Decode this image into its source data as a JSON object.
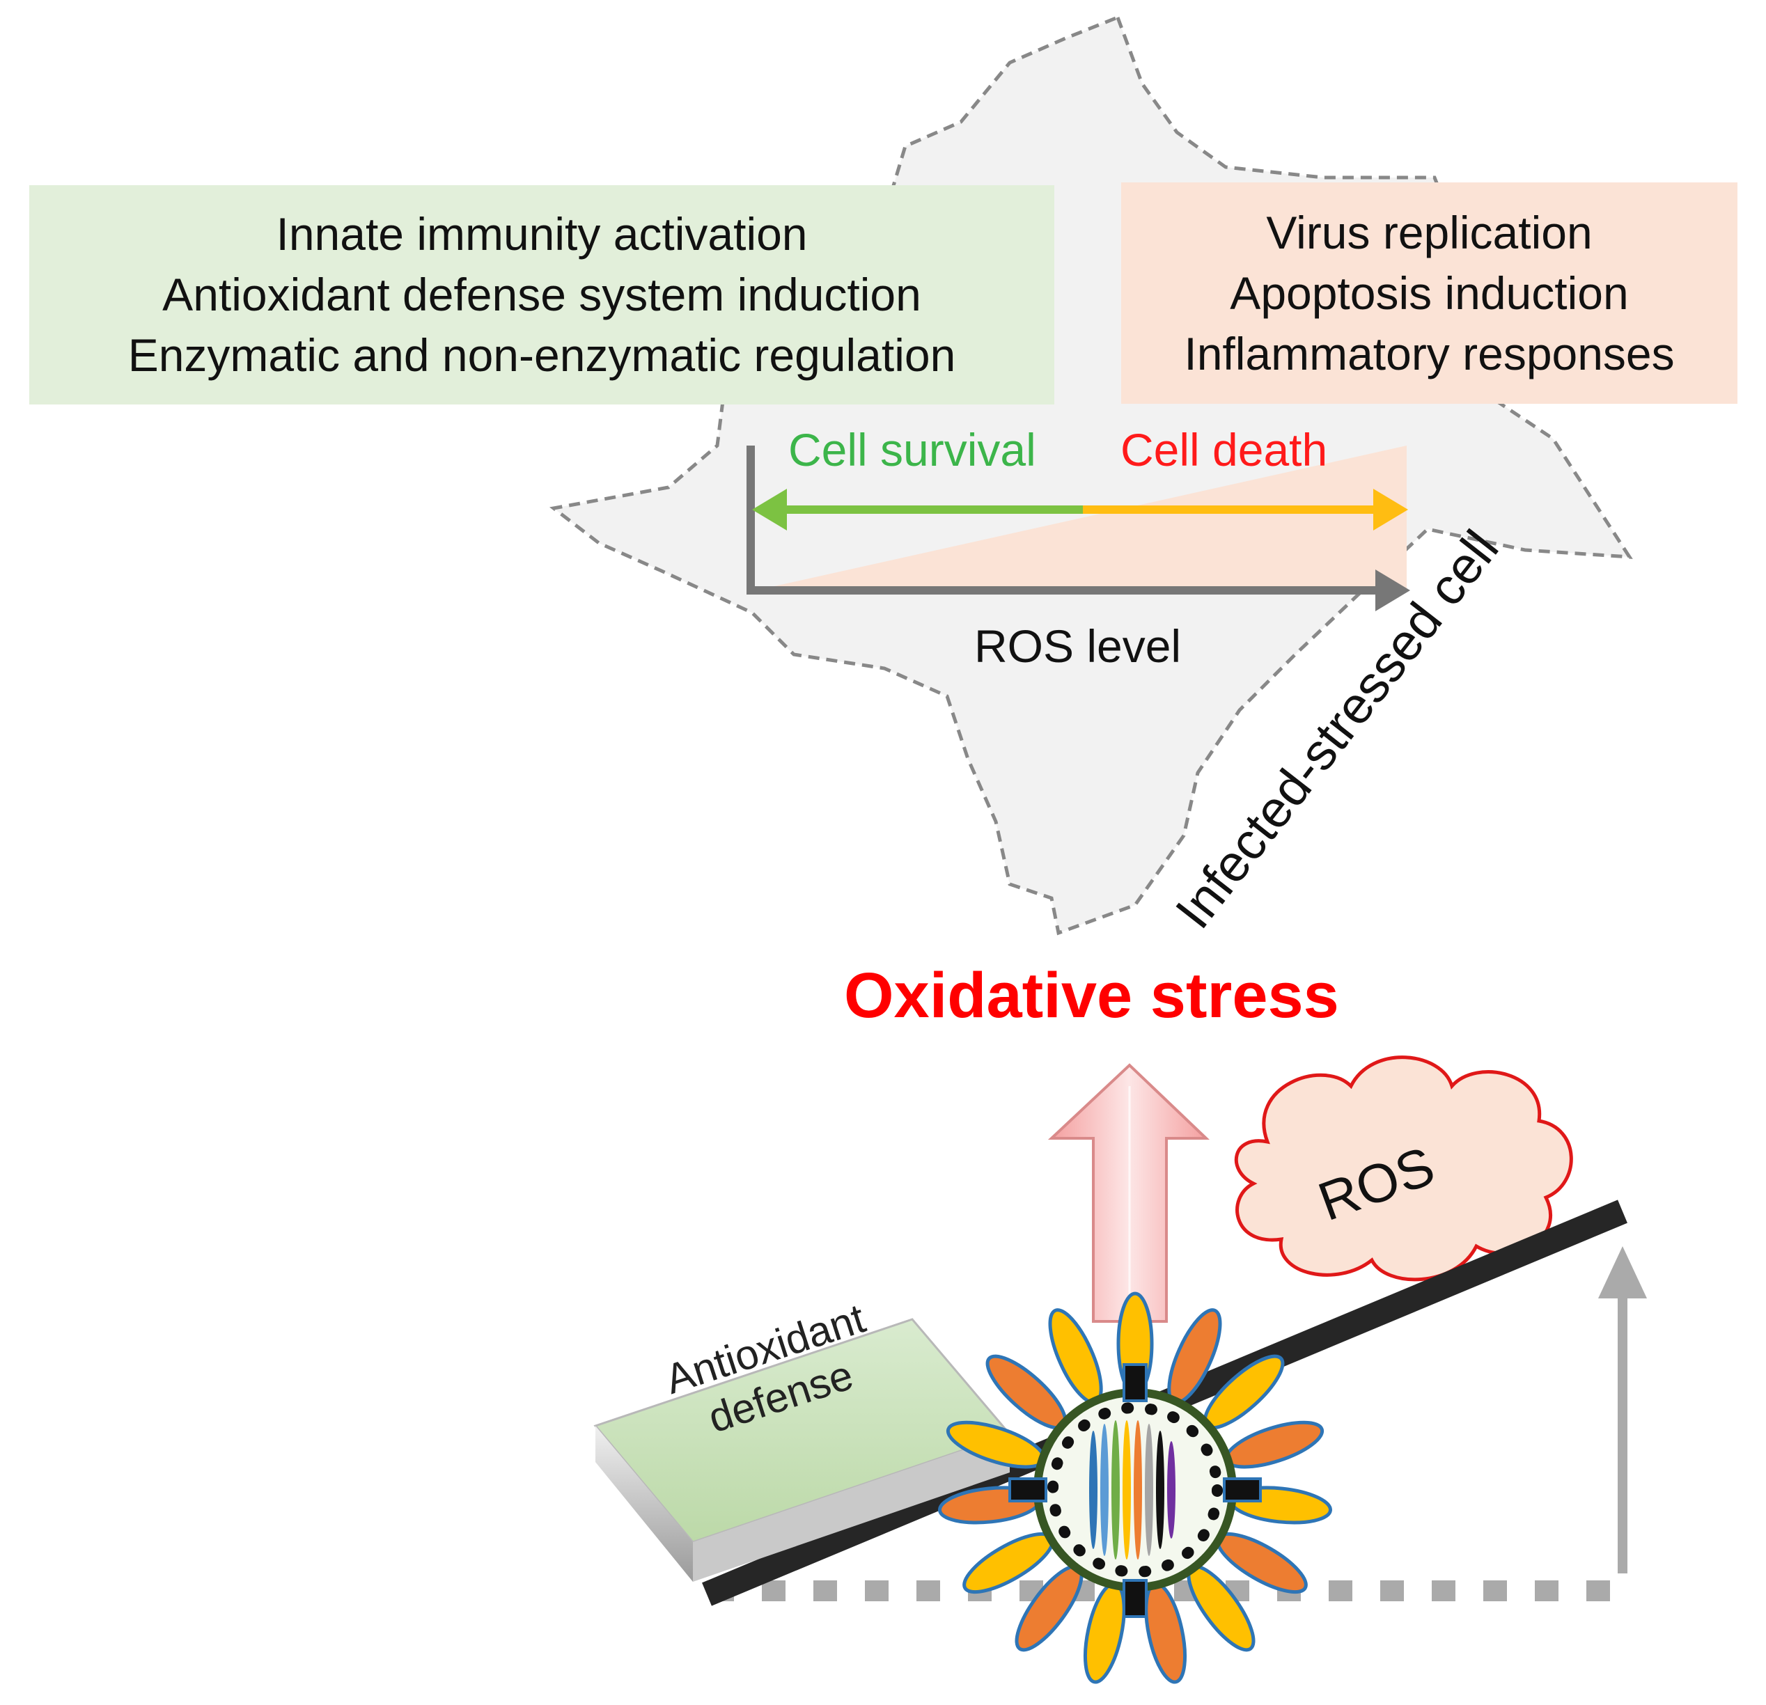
{
  "left_box": {
    "line1": "Innate immunity activation",
    "line2": "Antioxidant defense system induction",
    "line3": "Enzymatic and non-enzymatic regulation"
  },
  "right_box": {
    "line1": "Virus replication",
    "line2": "Apoptosis induction",
    "line3": "Inflammatory responses"
  },
  "axis": {
    "survival_label": "Cell survival",
    "death_label": "Cell death",
    "x_label": "ROS level"
  },
  "cell_label": "Infected-stressed cell",
  "main_label": "Oxidative stress",
  "cloud_label": "ROS",
  "defense_label": "Antioxidant defense",
  "colors": {
    "survival": "#3cb54a",
    "death": "#ff1a1a",
    "stress": "#ff0000",
    "left_box": "#e2efda",
    "right_box": "#fbe3d6"
  }
}
